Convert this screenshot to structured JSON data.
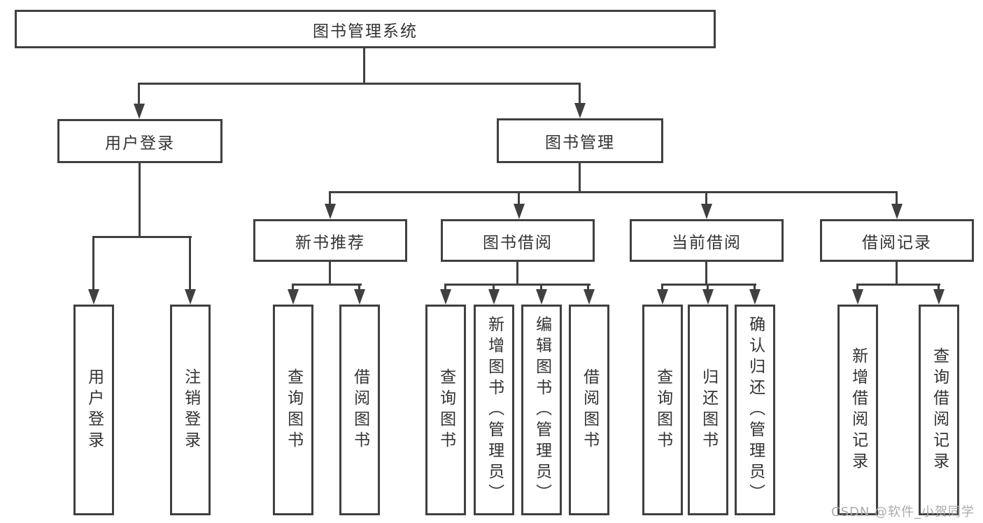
{
  "tree": {
    "root": {
      "label": "图书管理系统"
    },
    "branches": [
      {
        "label": "用户登录",
        "children": [
          {
            "label": "用户登录"
          },
          {
            "label": "注销登录"
          }
        ]
      },
      {
        "label": "图书管理",
        "children": [
          {
            "label": "新书推荐",
            "children": [
              {
                "label": "查询图书"
              },
              {
                "label": "借阅图书"
              }
            ]
          },
          {
            "label": "图书借阅",
            "children": [
              {
                "label": "查询图书"
              },
              {
                "label": "新增图书（管理员）"
              },
              {
                "label": "编辑图书（管理员）"
              },
              {
                "label": "借阅图书"
              }
            ]
          },
          {
            "label": "当前借阅",
            "children": [
              {
                "label": "查询图书"
              },
              {
                "label": "归还图书"
              },
              {
                "label": "确认归还（管理员）"
              }
            ]
          },
          {
            "label": "借阅记录",
            "children": [
              {
                "label": "新增借阅记录"
              },
              {
                "label": "查询借阅记录"
              }
            ]
          }
        ]
      }
    ]
  },
  "watermark": {
    "text": "CSDN @软件_小贺同学",
    "color": "#ababab"
  },
  "colors": {
    "line": "#404040",
    "text": "#333333",
    "background": "#ffffff"
  }
}
